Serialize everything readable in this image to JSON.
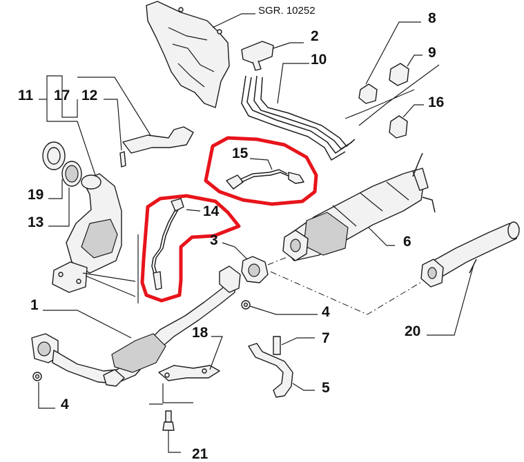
{
  "reference": "SGR. 10252",
  "labels": {
    "l1": "1",
    "l2": "2",
    "l3": "3",
    "l4a": "4",
    "l4b": "4",
    "l5": "5",
    "l6": "6",
    "l7": "7",
    "l8": "8",
    "l9": "9",
    "l10": "10",
    "l11": "11",
    "l12": "12",
    "l13": "13",
    "l14": "14",
    "l15": "15",
    "l16": "16",
    "l17": "17",
    "l18": "18",
    "l19": "19",
    "l20": "20",
    "l21": "21"
  },
  "colors": {
    "highlight": "#e8141b",
    "line": "#1a1a1a",
    "background": "#ffffff"
  }
}
